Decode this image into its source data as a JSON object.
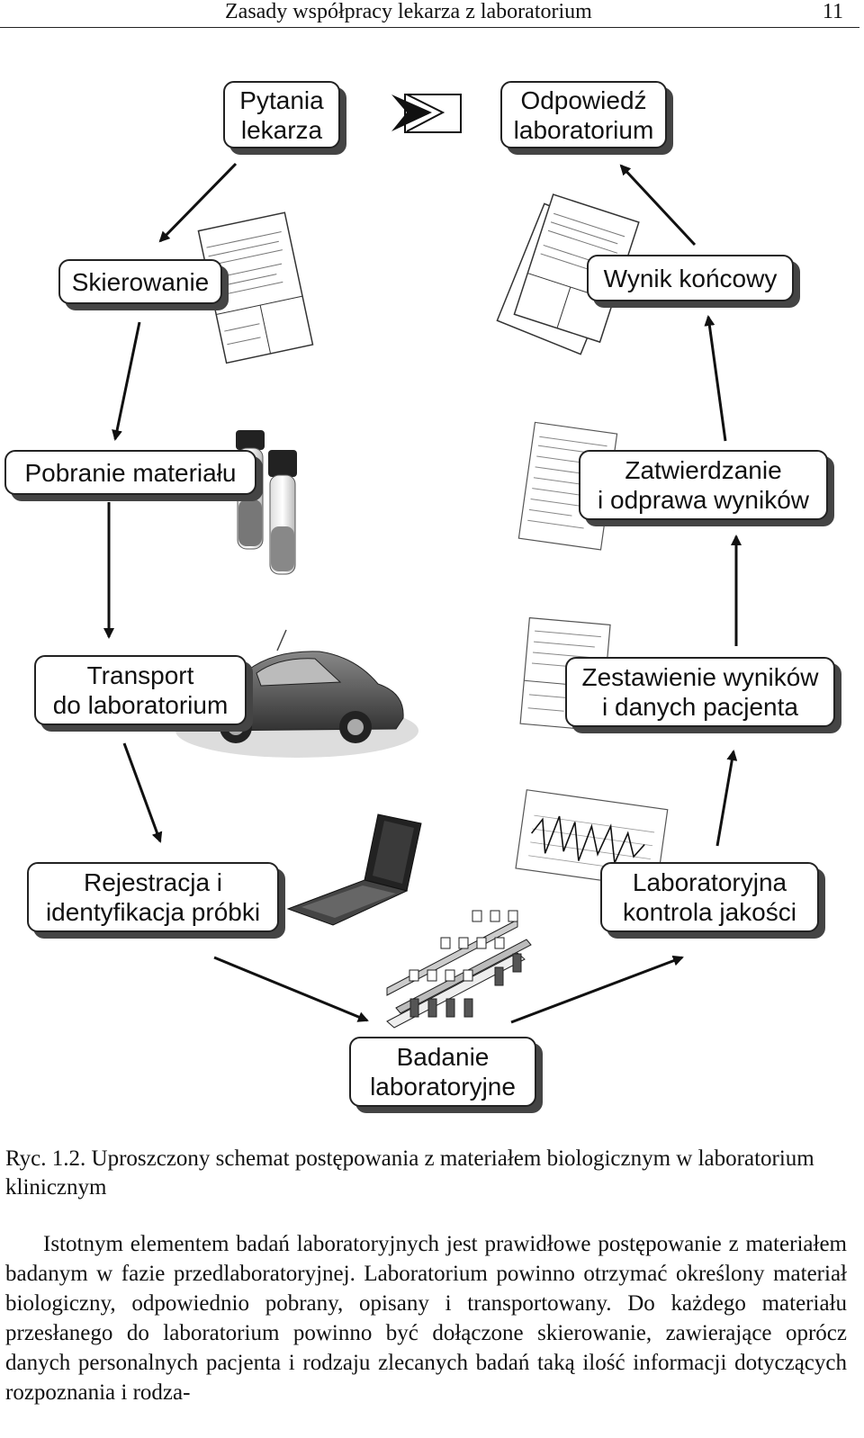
{
  "header": {
    "title": "Zasady współpracy lekarza z laboratorium",
    "page_number": "11"
  },
  "diagram": {
    "boxes": {
      "pytania": "Pytania\nlekarza",
      "odpowiedz": "Odpowiedź\nlaboratorium",
      "skierowanie": "Skierowanie",
      "wynik": "Wynik końcowy",
      "pobranie": "Pobranie  materiału",
      "zatwierdzanie": "Zatwierdzanie\ni odprawa wyników",
      "transport": "Transport\ndo laboratorium",
      "zestawienie": "Zestawienie wyników\ni danych pacjenta",
      "rejestracja": "Rejestracja i\nidentyfikacja próbki",
      "kontrola": "Laboratoryjna\nkontrola jakości",
      "badanie": "Badanie\nlaboratoryjne"
    }
  },
  "caption": "Ryc. 1.2. Uproszczony schemat postępowania z materiałem biologicznym w  laboratorium  klinicznym",
  "paragraph": "Istotnym elementem badań laboratoryjnych jest prawidłowe postępowanie z materiałem badanym w fazie przedlaboratoryjnej. Laboratorium powinno otrzymać określony materiał biologiczny, odpowiednio pobrany, opisany i transportowany. Do każdego materiału przesłanego do laboratorium powinno być dołączone skierowanie, zawierające oprócz danych personalnych pacjenta i rodzaju zlecanych badań taką ilość informacji dotyczących rozpoznania i rodza-"
}
